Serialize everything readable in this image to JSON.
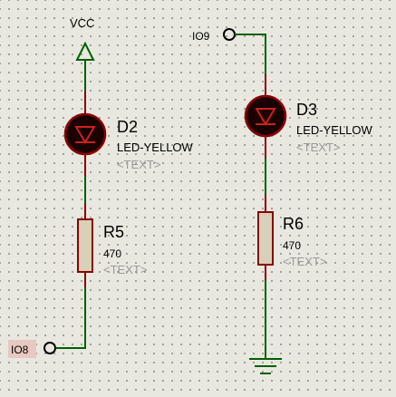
{
  "colors": {
    "wire": "#006000",
    "pin": "#8b0000",
    "led_body": "#1a0000",
    "led_ring": "#8b0000",
    "resistor_fill": "#d8d0b8",
    "terminal_highlight": "#e8c8c0"
  },
  "components": {
    "vcc": {
      "label": "VCC"
    },
    "d2": {
      "ref": "D2",
      "value": "LED-YELLOW",
      "text": "<TEXT>"
    },
    "d3": {
      "ref": "D3",
      "value": "LED-YELLOW",
      "text": "<TEXT>"
    },
    "r5": {
      "ref": "R5",
      "value": "470",
      "text": "<TEXT>"
    },
    "r6": {
      "ref": "R6",
      "value": "470",
      "text": "<TEXT>"
    },
    "io8": {
      "label": "IO8"
    },
    "io9": {
      "label": "IO9"
    }
  }
}
